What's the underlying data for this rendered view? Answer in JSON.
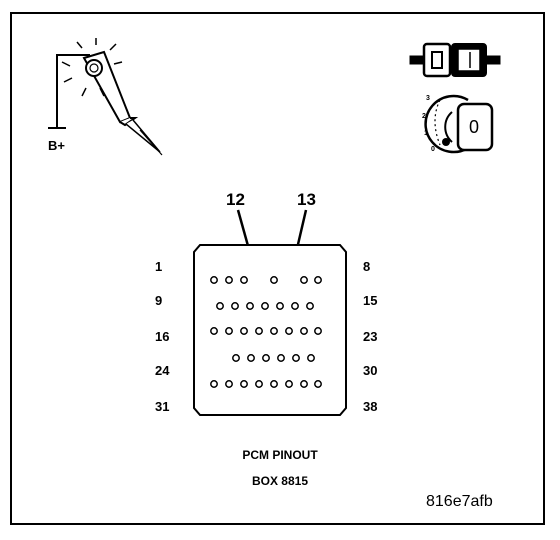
{
  "test_light": {
    "supply_label": "B+"
  },
  "ignition": {
    "positions": [
      "3",
      "2",
      "1",
      "0"
    ],
    "key_label": "0"
  },
  "connector": {
    "callouts": [
      "12",
      "13"
    ],
    "left_pins": [
      "1",
      "9",
      "16",
      "24",
      "31"
    ],
    "right_pins": [
      "8",
      "15",
      "23",
      "30",
      "38"
    ]
  },
  "caption": {
    "line1": "PCM PINOUT",
    "line2": "BOX 8815"
  },
  "reference": "816e7afb"
}
